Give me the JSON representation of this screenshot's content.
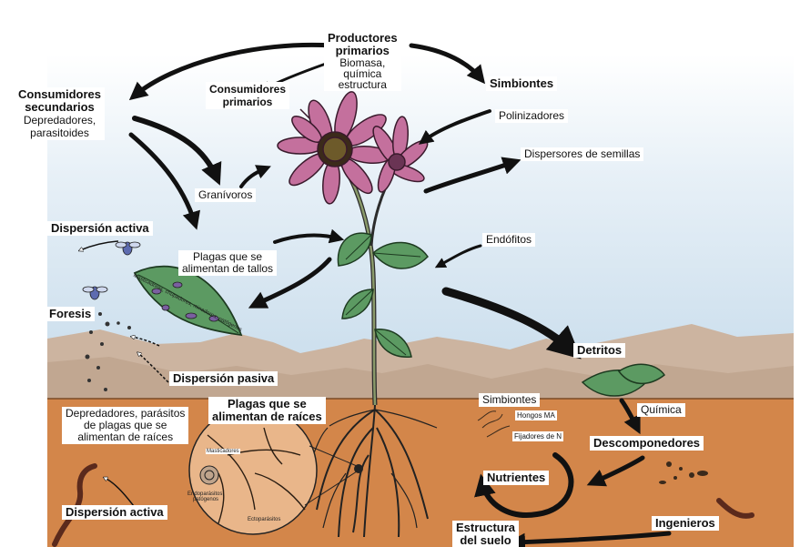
{
  "colors": {
    "sky_top": "#e6f0f6",
    "sky_bottom": "#c9dcec",
    "mountain": "#cbb39c",
    "soil": "#d3864a",
    "soil_dark": "#a9612f",
    "petal": "#c4709d",
    "petal_dark": "#8e3a68",
    "leaf": "#5c9a62",
    "leaf_dark": "#2f5f34",
    "arrow": "#111111"
  },
  "labels": {
    "productores": {
      "title": [
        "Productores",
        "primarios"
      ],
      "sub": [
        "Biomasa,",
        "química",
        "estructura"
      ]
    },
    "consumidores_secundarios": {
      "title": [
        "Consumidores",
        "secundarios"
      ],
      "sub": [
        "Depredadores,",
        "parasitoides"
      ]
    },
    "consumidores_primarios": [
      "Consumidores",
      "primarios"
    ],
    "simbiontes": "Simbiontes",
    "polinizadores": "Polinizadores",
    "dispersores": "Dispersores de semillas",
    "granivoros": "Granívoros",
    "endofitos": "Endófitos",
    "plagas_tallos": [
      "Plagas que se",
      "alimentan de tallos"
    ],
    "dispersion_activa_top": "Dispersión activa",
    "foresis": "Foresis",
    "dispersion_pasiva": "Dispersión pasiva",
    "plagas_raices": [
      "Plagas que se",
      "alimentan de raíces"
    ],
    "depredadores_plagas": [
      "Depredadores, parásitos",
      "de plagas que se",
      "alimentan de raíces"
    ],
    "dispersion_activa_bottom": "Dispersión activa",
    "detritos": "Detritos",
    "quimica": "Química",
    "descomponedores": "Descomponedores",
    "simbiontes_suelo": "Simbiontes",
    "hongos": "Hongos MA",
    "fijadores": "Fijadores de N",
    "nutrientes": "Nutrientes",
    "ingenieros": "Ingenieros",
    "estructura_suelo": [
      "Estructura",
      "del suelo"
    ],
    "leaf_text": "Masticadores, chupadores, minadores, patógenos",
    "root_masticadores": "Masticadores",
    "root_endoparasitos": [
      "Endoparásitos,",
      "patógenos"
    ],
    "root_ectoparasitos": "Ectoparásitos"
  }
}
